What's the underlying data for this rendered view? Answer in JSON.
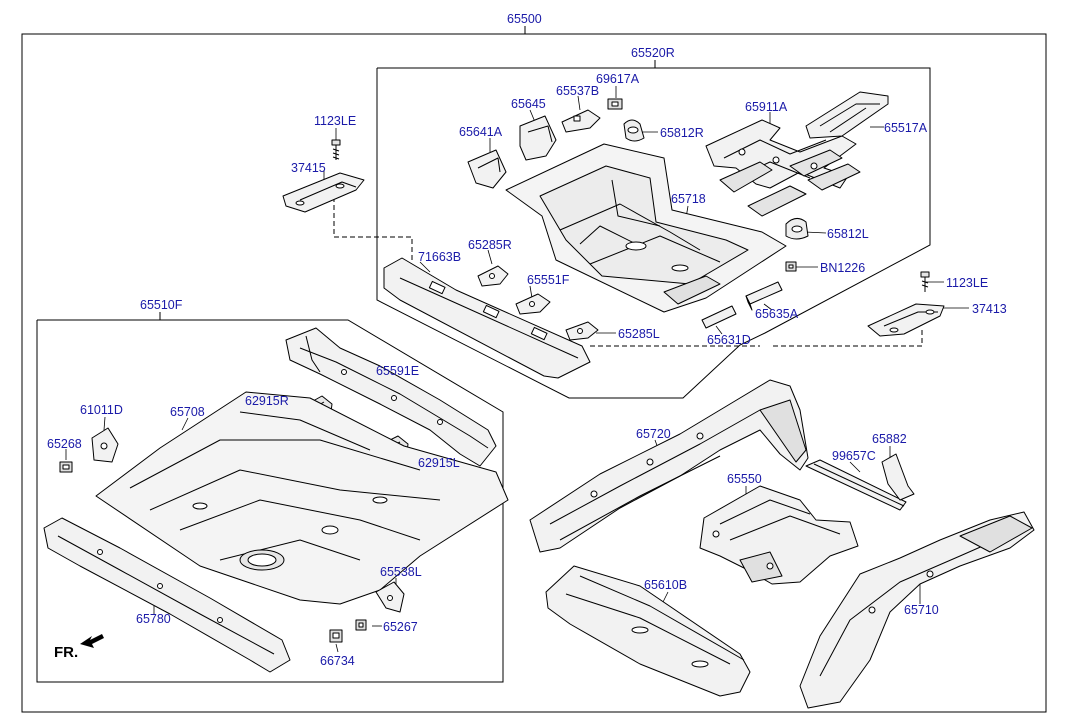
{
  "colors": {
    "label": "#1a1aa8",
    "line": "#000000",
    "fill": "#f2f2f2",
    "shade": "#d9d9d9"
  },
  "labels": {
    "p65500": "65500",
    "p65520R": "65520R",
    "p69617A": "69617A",
    "p65537B": "65537B",
    "p65645": "65645",
    "p65641A": "65641A",
    "p65812R": "65812R",
    "p65911A": "65911A",
    "p65517A": "65517A",
    "p1123LE_a": "1123LE",
    "p37415": "37415",
    "p65718": "65718",
    "p65812L": "65812L",
    "p65285R": "65285R",
    "p71663B": "71663B",
    "p65551F": "65551F",
    "pBN1226": "BN1226",
    "p1123LE_b": "1123LE",
    "p37413": "37413",
    "p65635A": "65635A",
    "p65285L": "65285L",
    "p65631D": "65631D",
    "p65510F": "65510F",
    "p65591E": "65591E",
    "p62915R": "62915R",
    "p61011D": "61011D",
    "p65708": "65708",
    "p65268": "65268",
    "p62915L": "62915L",
    "p65720": "65720",
    "p65882": "65882",
    "p99657C": "99657C",
    "p65550": "65550",
    "p65538L": "65538L",
    "p65267": "65267",
    "p65780": "65780",
    "p66734": "66734",
    "p65610B": "65610B",
    "p65710": "65710"
  },
  "front_indicator": {
    "text": "FR.",
    "icon": "arrow-icon"
  }
}
